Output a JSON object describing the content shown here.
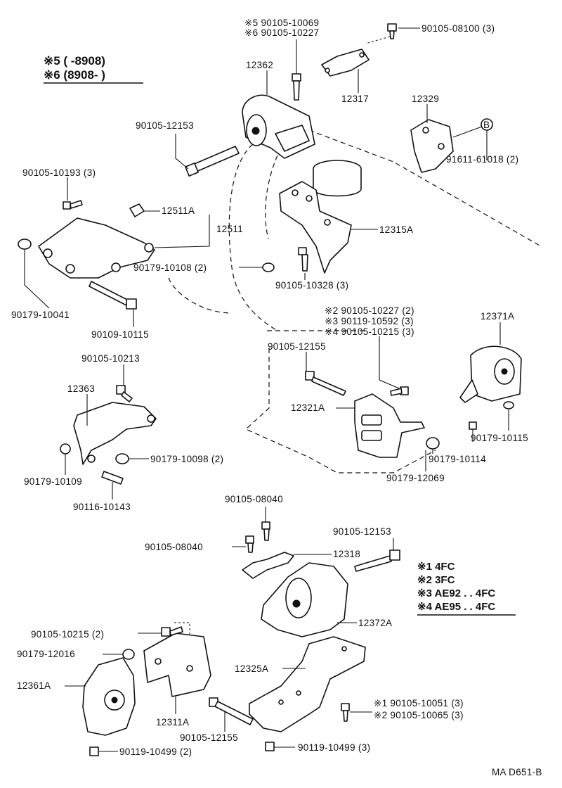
{
  "legend_years": {
    "l5": "※5 (      -8908)",
    "l6": "※6 (8908-       )"
  },
  "legend_models": {
    "m1": "※1 4FC",
    "m2": "※2 3FC",
    "m3": "※3 AE92 . . 4FC",
    "m4": "※4 AE95 . . 4FC"
  },
  "labels": {
    "note5": "※5 90105-10069",
    "note6": "※6 90105-10227",
    "p90105_08100": "90105-08100 (3)",
    "p12362": "12362",
    "p12317": "12317",
    "p12329": "12329",
    "circle_b": "B",
    "p91611_61018": "91611-61018 (2)",
    "p90105_12153_top": "90105-12153",
    "p90105_10193": "90105-10193 (3)",
    "p12511A": "12511A",
    "p12511": "12511",
    "p12315A": "12315A",
    "p90179_10108": "90179-10108 (2)",
    "p90105_10328": "90105-10328 (3)",
    "p90179_10041": "90179-10041",
    "p90109_10115": "90109-10115",
    "n2": "※2 90105-10227 (2)",
    "n3": "※3 90119-10592 (3)",
    "n4": "※4 90105-10215 (3)",
    "p12371A": "12371A",
    "p90105_12155_mid": "90105-12155",
    "p90105_10213": "90105-10213",
    "p12363": "12363",
    "p12321A": "12321A",
    "p90179_10115": "90179-10115",
    "p90179_10114": "90179-10114",
    "p90179_12069": "90179-12069",
    "p90179_10098": "90179-10098 (2)",
    "p90179_10109": "90179-10109",
    "p90116_10143": "90116-10143",
    "p90105_08040_a": "90105-08040",
    "p90105_08040_b": "90105-08040",
    "p12318": "12318",
    "p90105_12153_bot": "90105-12153",
    "p12372A": "12372A",
    "p90105_10215": "90105-10215 (2)",
    "p90179_12016": "90179-12016",
    "p12325A": "12325A",
    "p12361A": "12361A",
    "p12311A": "12311A",
    "n1b": "※1  90105-10051 (3)",
    "n2b": "※2  90105-10065 (3)",
    "p90105_12155_bot": "90105-12155",
    "p90119_10499_a": "90119-10499 (3)",
    "p90119_10499_b": "90119-10499 (2)",
    "catalog_code": "MA  D651-B"
  }
}
